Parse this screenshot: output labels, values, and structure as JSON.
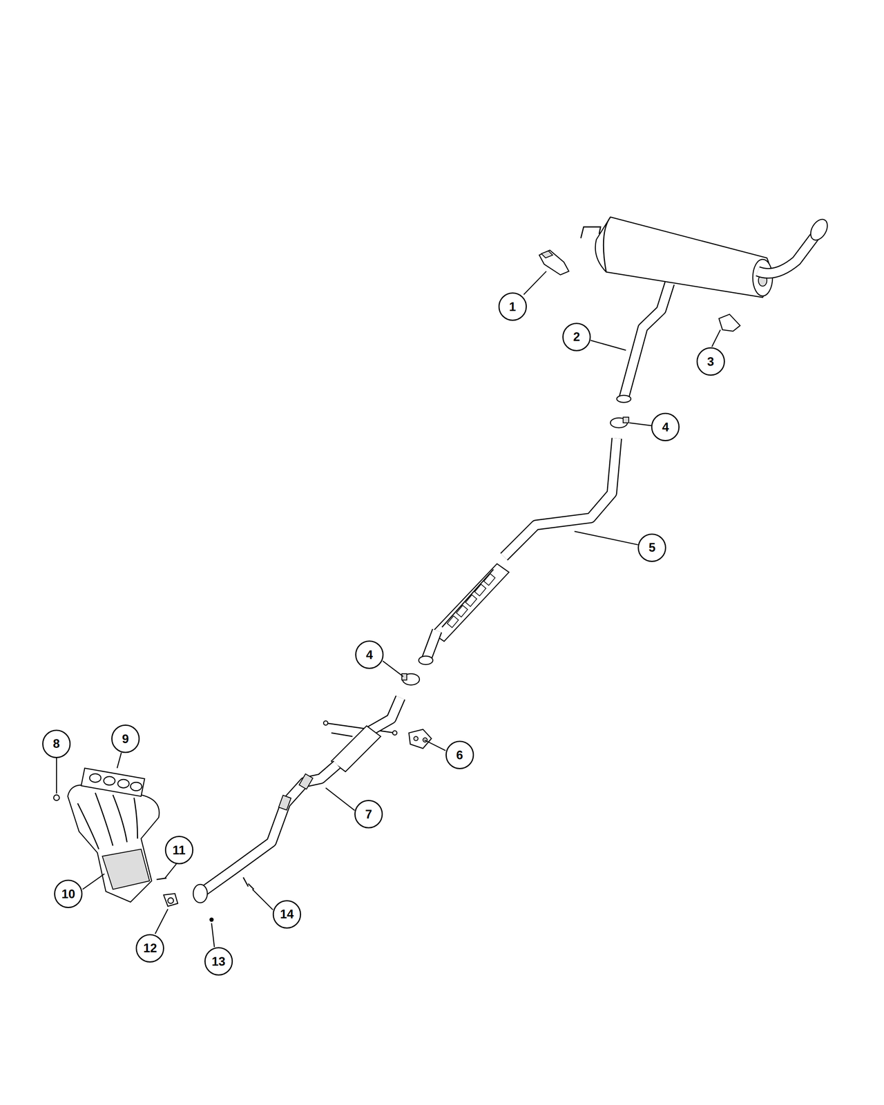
{
  "diagram": {
    "nodes": [
      {
        "text": [
          "1"
        ]
      },
      {
        "text": [
          "2"
        ]
      },
      {
        "text": [
          "3"
        ]
      },
      {
        "text": [
          "4"
        ]
      },
      {
        "text": [
          "5"
        ]
      },
      {
        "text": [
          "4"
        ]
      },
      {
        "text": [
          "9"
        ]
      },
      {
        "text": [
          "8"
        ]
      },
      {
        "text": [
          "6"
        ]
      },
      {
        "text": [
          "7"
        ]
      },
      {
        "text": [
          "11"
        ]
      },
      {
        "text": [
          "10"
        ]
      },
      {
        "text": [
          "12"
        ]
      },
      {
        "text": [
          "14"
        ]
      },
      {
        "text": [
          "13"
        ]
      }
    ]
  }
}
